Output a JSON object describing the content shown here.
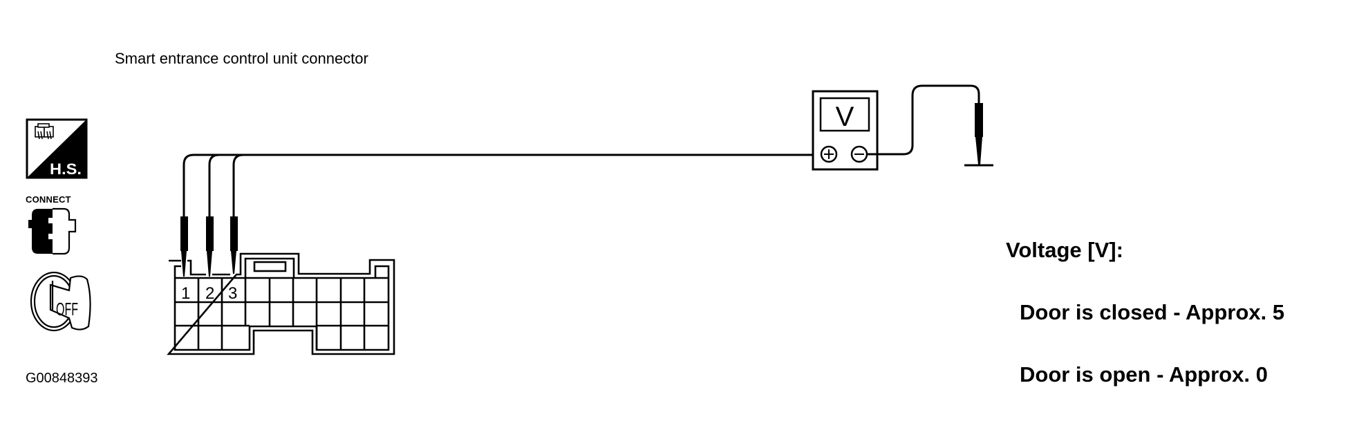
{
  "diagram": {
    "title": "Smart entrance control unit connector",
    "figure_id": "G00848393",
    "side_icons": [
      {
        "name": "harness-side-icon",
        "label": "H.S."
      },
      {
        "name": "connect-icon",
        "label": "CONNECT"
      },
      {
        "name": "ignition-off-icon",
        "label": "OFF"
      }
    ],
    "connector": {
      "terminals_labeled": [
        "1",
        "2",
        "3"
      ],
      "columns": 9,
      "rows": 3
    },
    "meter": {
      "display": "V",
      "plus_terminal": "+",
      "minus_terminal": "−"
    },
    "spec": {
      "heading": "Voltage [V]:",
      "lines": [
        "Door is closed - Approx. 5",
        "Door is open - Approx. 0"
      ]
    }
  }
}
